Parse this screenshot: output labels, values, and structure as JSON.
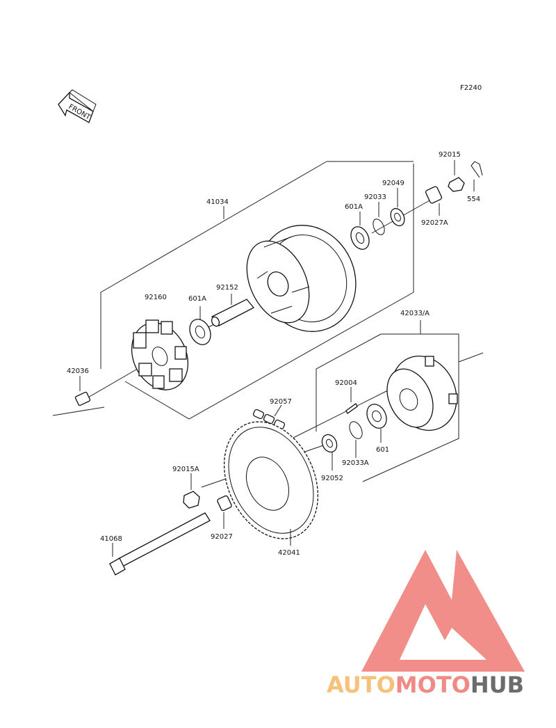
{
  "figure_code": "F2240",
  "front_label": "FRONT",
  "parts": {
    "p41034": "41034",
    "p92160": "92160",
    "p601A_left": "601A",
    "p92152": "92152",
    "p42036": "42036",
    "p601A_right": "601A",
    "p92033": "92033",
    "p92049": "92049",
    "p92015": "92015",
    "p554": "554",
    "p92027A": "92027A",
    "p42033A": "42033/A",
    "p92004": "92004",
    "p92057": "92057",
    "p601": "601",
    "p92033A": "92033A",
    "p92052": "92052",
    "p92015A": "92015A",
    "p92027": "92027",
    "p42041": "42041",
    "p41068": "41068"
  },
  "watermark": {
    "word_part1": "AUTO",
    "word_part2": "MOTO",
    "word_part3": "HUB",
    "colors": {
      "auto": "#f6c17a",
      "moto": "#f18a85",
      "hub": "#6b6b6b",
      "logo": "#f07a76"
    }
  }
}
